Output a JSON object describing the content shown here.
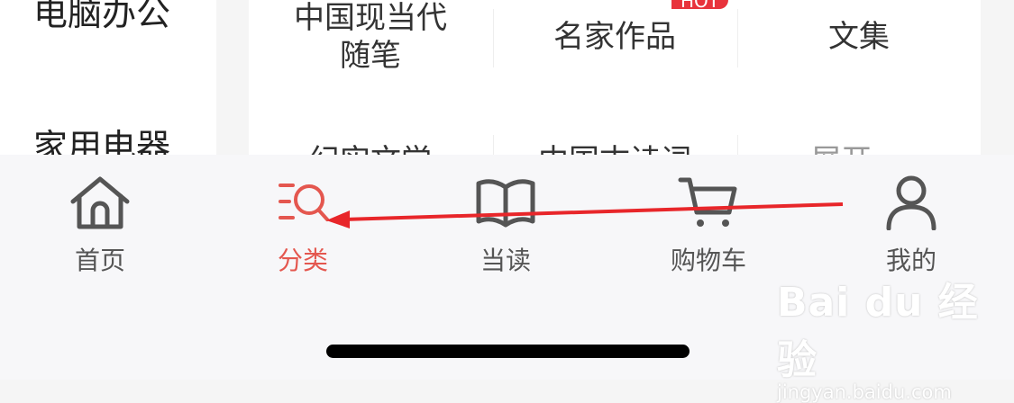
{
  "sidebar": {
    "items": [
      {
        "label": "电脑办公"
      },
      {
        "label": "家用电器"
      }
    ]
  },
  "categories": {
    "hot_badge": "HOT",
    "items": [
      {
        "label": "中国现当代随笔"
      },
      {
        "label": "名家作品"
      },
      {
        "label": "文集"
      },
      {
        "label": "纪实文学"
      },
      {
        "label": "中国古诗词"
      },
      {
        "label": "展开"
      }
    ]
  },
  "tabbar": {
    "active": "分类",
    "accent_color": "#e4574f",
    "tabs": [
      {
        "label": "首页",
        "icon": "home-icon"
      },
      {
        "label": "分类",
        "icon": "category-icon"
      },
      {
        "label": "当读",
        "icon": "book-icon"
      },
      {
        "label": "购物车",
        "icon": "cart-icon"
      },
      {
        "label": "我的",
        "icon": "user-icon"
      }
    ]
  },
  "watermark": {
    "logo": "Bai du 经验",
    "url": "jingyan.baidu.com"
  },
  "annotation": {
    "color": "#e8262a"
  }
}
